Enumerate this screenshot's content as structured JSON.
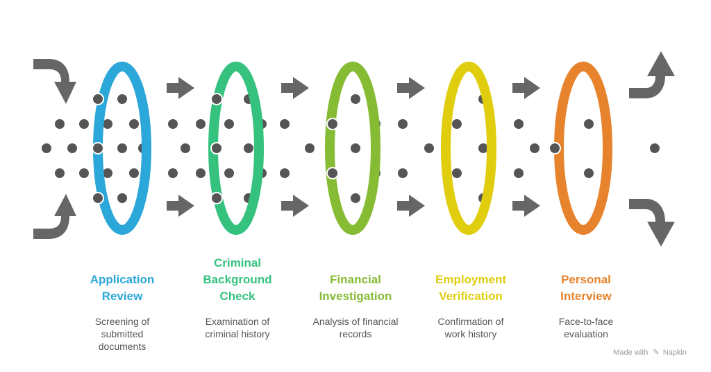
{
  "stages": [
    {
      "title_lines": [
        "Application",
        "Review"
      ],
      "desc_lines": [
        "Screening of",
        "submitted",
        "documents"
      ],
      "color": "#2BA7D9"
    },
    {
      "title_lines": [
        "Criminal",
        "Background",
        "Check"
      ],
      "desc_lines": [
        "Examination of",
        "criminal history"
      ],
      "color": "#35C27E"
    },
    {
      "title_lines": [
        "Financial",
        "Investigation"
      ],
      "desc_lines": [
        "Analysis of financial",
        "records"
      ],
      "color": "#86BB34"
    },
    {
      "title_lines": [
        "Employment",
        "Verification"
      ],
      "desc_lines": [
        "Confirmation of",
        "work history"
      ],
      "color": "#E0CE0E"
    },
    {
      "title_lines": [
        "Personal",
        "Interview"
      ],
      "desc_lines": [
        "Face-to-face",
        "evaluation"
      ],
      "color": "#E6832C"
    }
  ],
  "footer": {
    "made_with": "Made with",
    "brand": "Napkin",
    "brand_icon": "napkin-logo-icon"
  },
  "colors": {
    "arrow": "#666666",
    "dot": "#555555"
  }
}
